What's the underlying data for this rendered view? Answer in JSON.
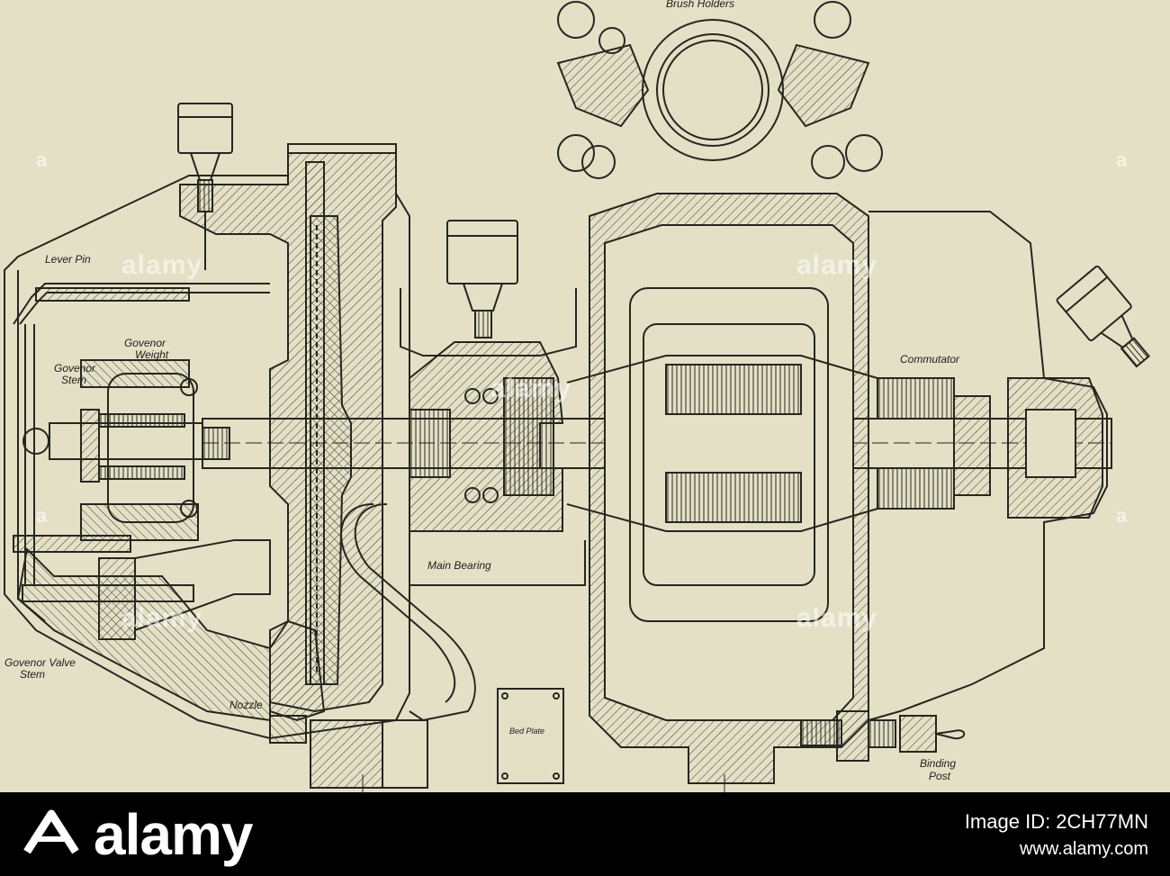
{
  "diagram": {
    "labels": {
      "brush_holders": "Brush Holders",
      "lever_pin": "Lever Pin",
      "governor_weight_1": "Govenor",
      "governor_weight_2": "Weight",
      "governor_stem_1": "Govenor",
      "governor_stem_2": "Stem",
      "commutator": "Commutator",
      "main_bearing": "Main Bearing",
      "governor_valve_stem_1": "Govenor Valve",
      "governor_valve_stem_2": "Stem",
      "nozzle": "Nozzle",
      "bed_plate": "Bed Plate",
      "binding_post_1": "Binding",
      "binding_post_2": "Post"
    }
  },
  "watermark": {
    "text": "alamy",
    "letter": "a"
  },
  "footer": {
    "brand": "alamy",
    "image_id": "Image ID: 2CH77MN",
    "url": "www.alamy.com"
  },
  "colors": {
    "paper": "#e3e0c6",
    "ink": "#26261f",
    "footer": "#000000"
  }
}
